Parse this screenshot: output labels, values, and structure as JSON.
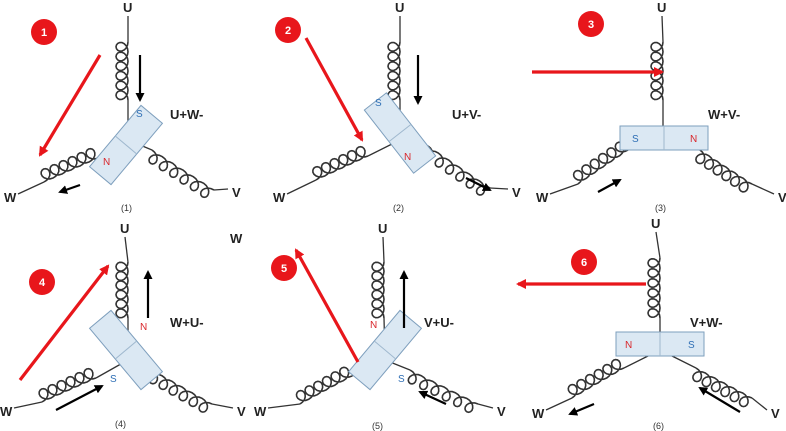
{
  "colors": {
    "red_arrow": "#e8161b",
    "badge": "#e8161b",
    "magnet_fill": "#dbe8f3",
    "north": "#d9262b",
    "south": "#2f6fb5"
  },
  "panels": [
    {
      "step": "1",
      "caption": "(1)",
      "state": "U+W-",
      "u": "U",
      "v": "V",
      "w": "W",
      "n": "N",
      "s": "S"
    },
    {
      "step": "2",
      "caption": "(2)",
      "state": "U+V-",
      "u": "U",
      "v": "V",
      "w": "W",
      "n": "N",
      "s": "S"
    },
    {
      "step": "3",
      "caption": "(3)",
      "state": "W+V-",
      "u": "U",
      "v": "V",
      "w": "W",
      "n": "N",
      "s": "S"
    },
    {
      "step": "4",
      "caption": "(4)",
      "state": "W+U-",
      "u": "U",
      "v": "V",
      "w": "W",
      "n": "N",
      "s": "S"
    },
    {
      "step": "5",
      "caption": "(5)",
      "state": "V+U-",
      "u": "U",
      "v": "V",
      "w": "W",
      "n": "N",
      "s": "S"
    },
    {
      "step": "6",
      "caption": "(6)",
      "state": "V+W-",
      "u": "U",
      "v": "V",
      "w": "W",
      "n": "N",
      "s": "S"
    }
  ],
  "stray_label": "W"
}
